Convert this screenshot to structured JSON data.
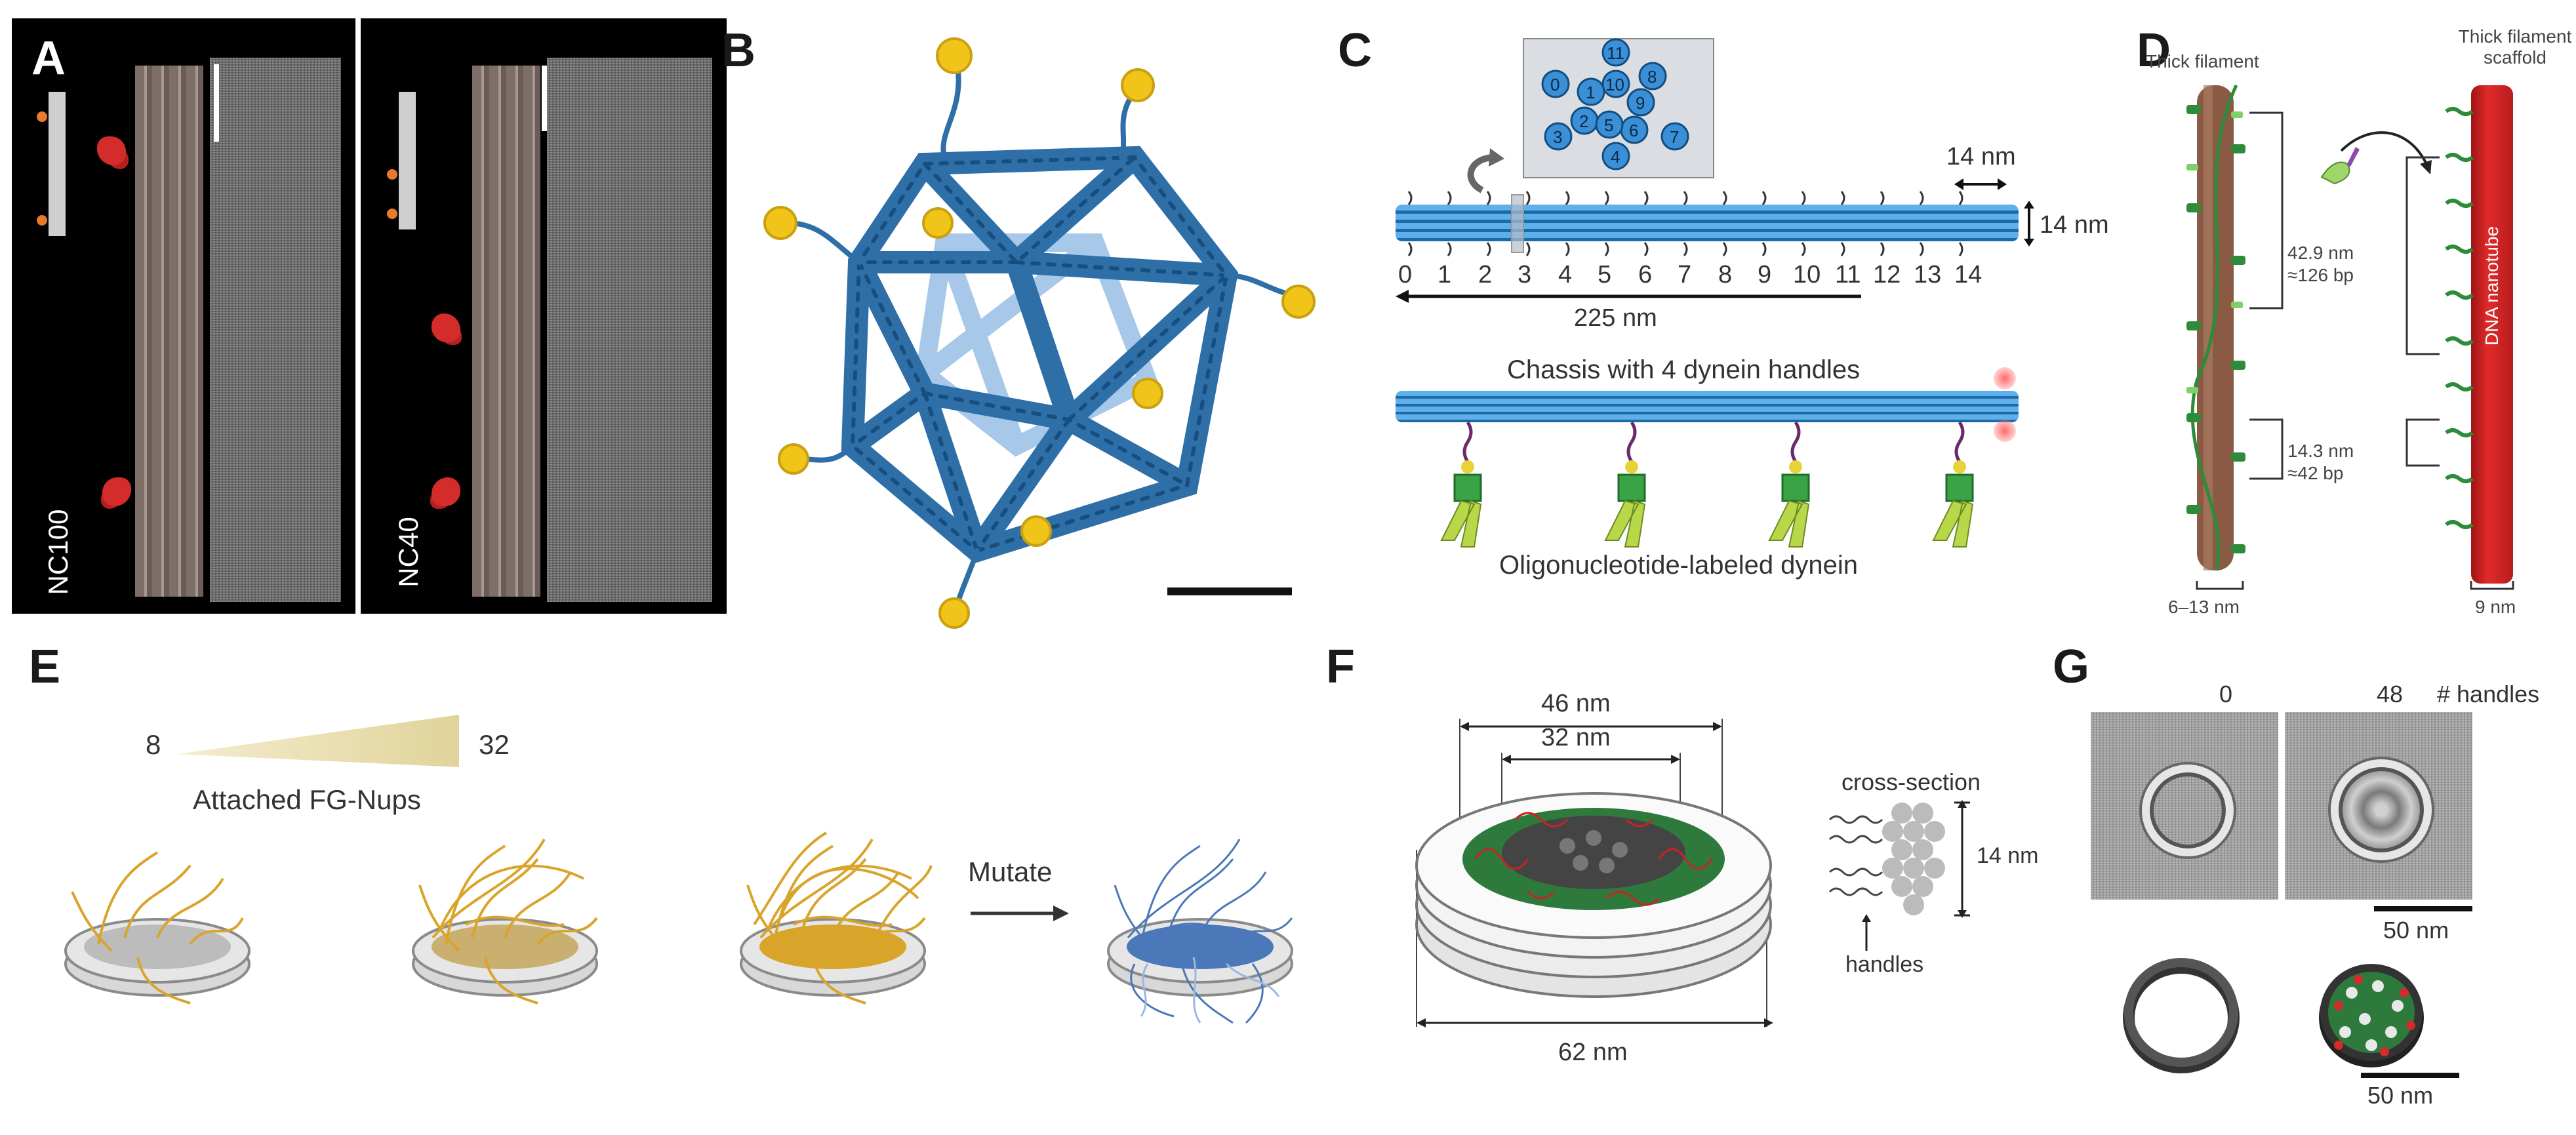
{
  "panels": {
    "A": {
      "letter": "A",
      "left_label": "NC100",
      "right_label": "NC40"
    },
    "B": {
      "letter": "B"
    },
    "C": {
      "letter": "C",
      "inset_numbers": [
        "11",
        "0",
        "10",
        "8",
        "1",
        "9",
        "2",
        "6",
        "3",
        "5",
        "7",
        "4"
      ],
      "ticks": [
        "0",
        "1",
        "2",
        "3",
        "4",
        "5",
        "6",
        "7",
        "8",
        "9",
        "10",
        "11",
        "12",
        "13",
        "14"
      ],
      "length_label": "225 nm",
      "spacing_label": "14 nm",
      "diameter_label": "14 nm",
      "chassis_label": "Chassis with 4 dynein handles",
      "dynein_label": "Oligonucleotide-labeled dynein"
    },
    "D": {
      "letter": "D",
      "thick_filament": "Thick filament",
      "scaffold": "Thick filament scaffold",
      "spacing1_nm": "42.9 nm",
      "spacing1_bp": "≈126 bp",
      "spacing2_nm": "14.3 nm",
      "spacing2_bp": "≈42 bp",
      "nanotube": "DNA nanotube",
      "width_left": "6–13 nm",
      "width_right": "9 nm"
    },
    "E": {
      "letter": "E",
      "min": "8",
      "max": "32",
      "attached": "Attached FG-Nups",
      "mutate": "Mutate"
    },
    "F": {
      "letter": "F",
      "d46": "46 nm",
      "d32": "32 nm",
      "d62": "62 nm",
      "cross_section": "cross-section",
      "height": "14 nm",
      "handles": "handles"
    },
    "G": {
      "letter": "G",
      "count0": "0",
      "count48": "48",
      "handles_label": "# handles",
      "scale1": "50 nm",
      "scale2": "50 nm"
    }
  },
  "colors": {
    "dna_blue": "#2f6fa8",
    "dna_light": "#9ec3e6",
    "protein_yellow": "#f0c419",
    "red": "#d42b2b",
    "green": "#2e8b3a",
    "brown": "#8a5a45",
    "gold": "#d9a42a"
  }
}
